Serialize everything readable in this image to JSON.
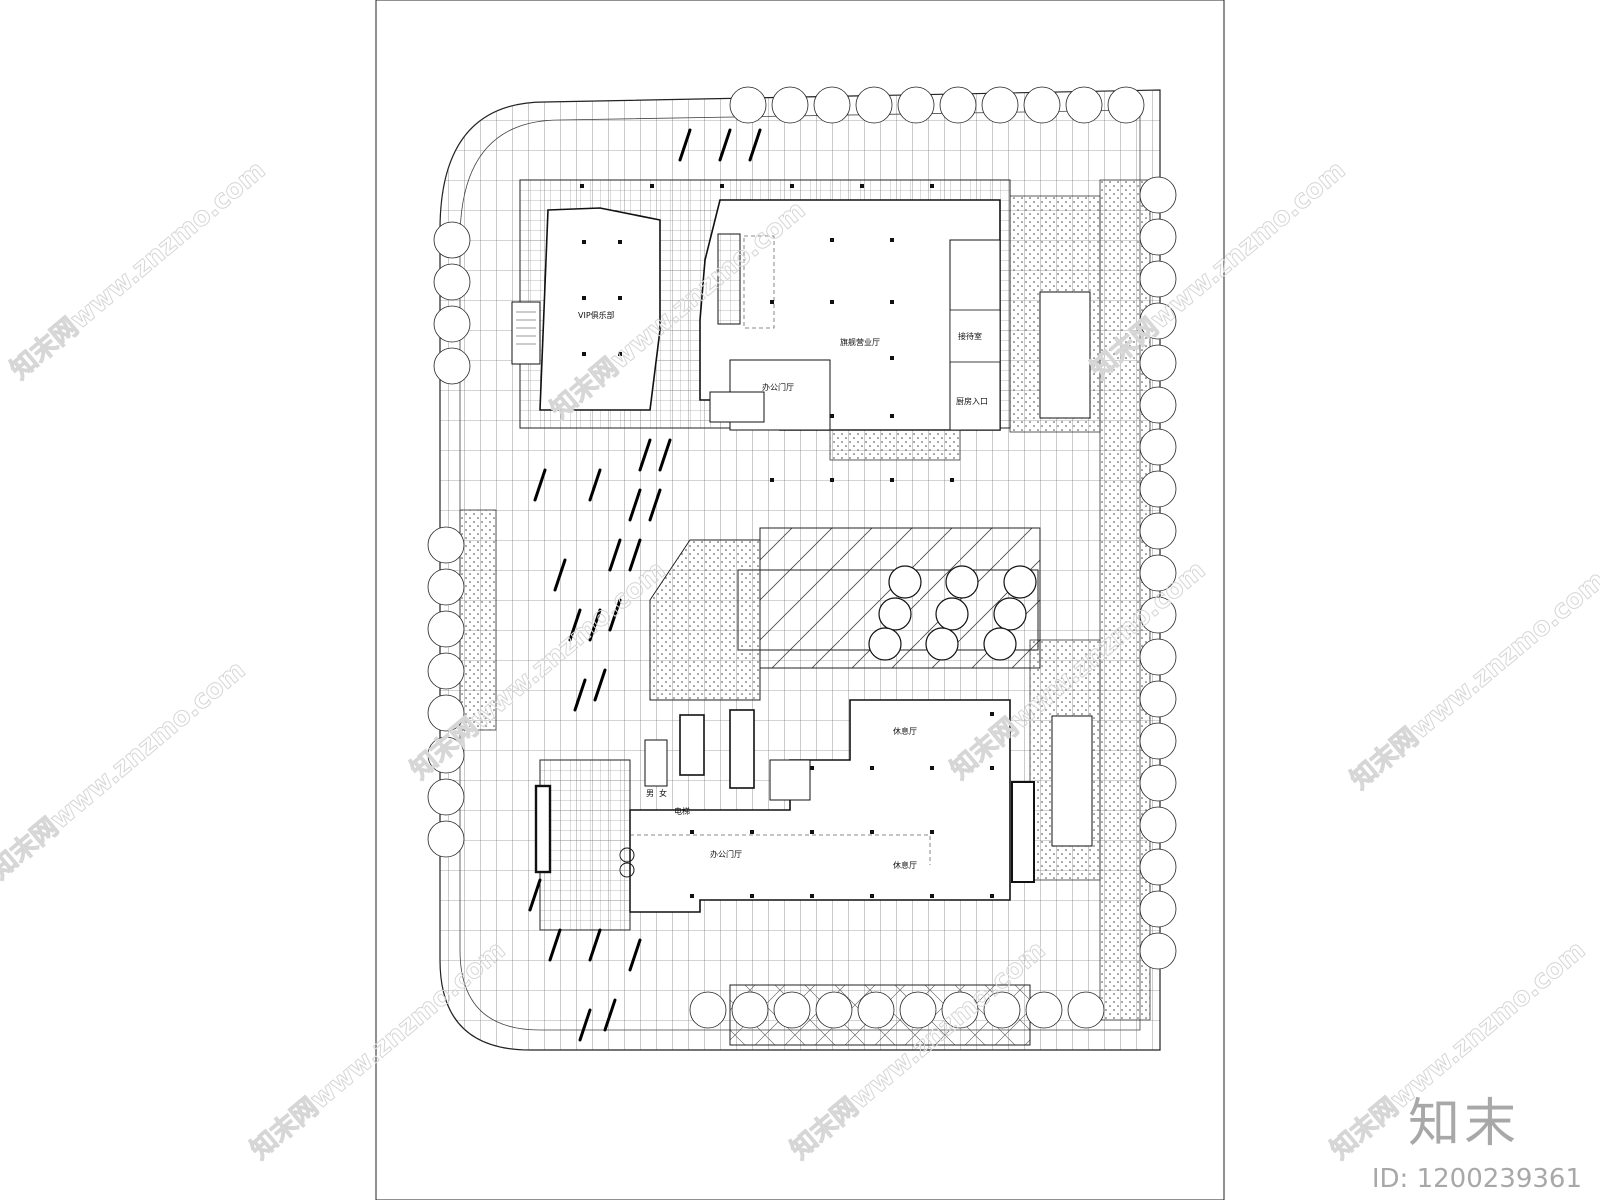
{
  "labels": {
    "vip_club": "VIP俱乐部",
    "flagship_hall": "旗舰营业厅",
    "reception_room": "接待室",
    "office_lobby_north": "办公门厅",
    "kitchen_entrance": "厨房入口",
    "lounge_upper": "休息厅",
    "office_lobby_south": "办公门厅",
    "lounge_lower": "休息厅",
    "man": "男",
    "woman": "女",
    "electric": "电梯"
  },
  "watermark": {
    "text": "知末网www.znzmo.com"
  },
  "brand": {
    "logo_text": "知末",
    "id_text": "ID: 1200239361"
  }
}
